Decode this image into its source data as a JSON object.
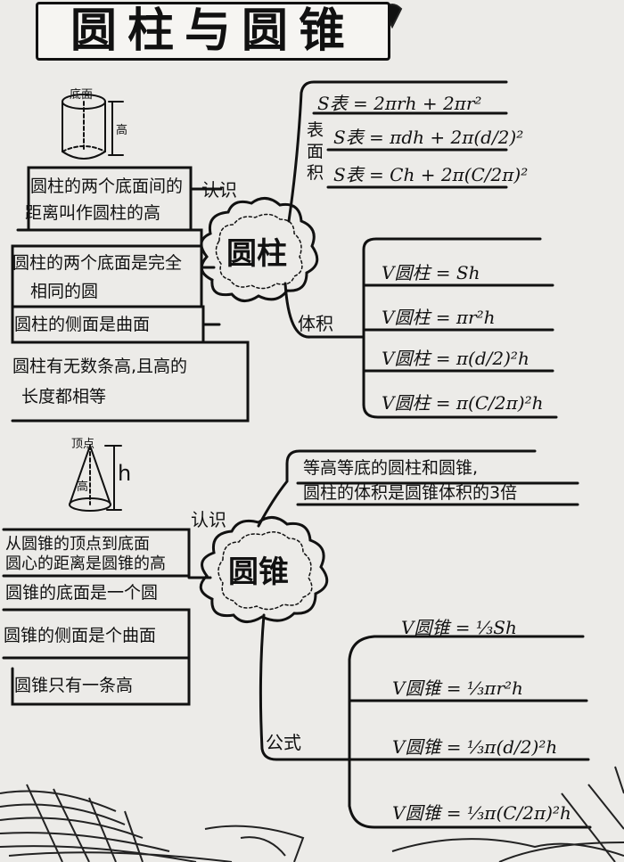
{
  "title": "圆柱与圆锥",
  "cylinder": {
    "center_label": "圆柱",
    "diagram_labels": {
      "base": "底面",
      "height": "高"
    },
    "recognize": {
      "branch_label": "认识",
      "items": [
        [
          "圆柱的两个底面间的",
          "距离叫作圆柱的高"
        ],
        [
          "圆柱的两个底面是完全",
          "相同的圆"
        ],
        [
          "圆柱的侧面是曲面"
        ],
        [
          "圆柱有无数条高,且高的",
          "长度都相等"
        ]
      ]
    },
    "surface_area": {
      "branch_label": "表面积",
      "formulas": [
        "S表 = 2πrh + 2πr²",
        "S表 = πdh + 2π(d/2)²",
        "S表 = Ch + 2π(C/2π)²"
      ]
    },
    "volume": {
      "branch_label": "体积",
      "formulas": [
        "V圆柱 = Sh",
        "V圆柱 = πr²h",
        "V圆柱 = π(d/2)²h",
        "V圆柱 = π(C/2π)²h"
      ]
    }
  },
  "cone": {
    "center_label": "圆锥",
    "diagram_labels": {
      "apex": "顶点",
      "height": "高",
      "h": "h"
    },
    "relation": [
      "等高等底的圆柱和圆锥,",
      "圆柱的体积是圆锥体积的3倍"
    ],
    "recognize": {
      "branch_label": "认识",
      "items": [
        [
          "从圆锥的顶点到底面",
          "圆心的距离是圆锥的高"
        ],
        [
          "圆锥的底面是一个圆"
        ],
        [
          "圆锥的侧面是个曲面"
        ],
        [
          "圆锥只有一条高"
        ]
      ]
    },
    "formula": {
      "branch_label": "公式",
      "formulas": [
        "V圆锥 = ⅓Sh",
        "V圆锥 = ⅓πr²h",
        "V圆锥 = ⅓π(d/2)²h",
        "V圆锥 = ⅓π(C/2π)²h"
      ]
    }
  }
}
